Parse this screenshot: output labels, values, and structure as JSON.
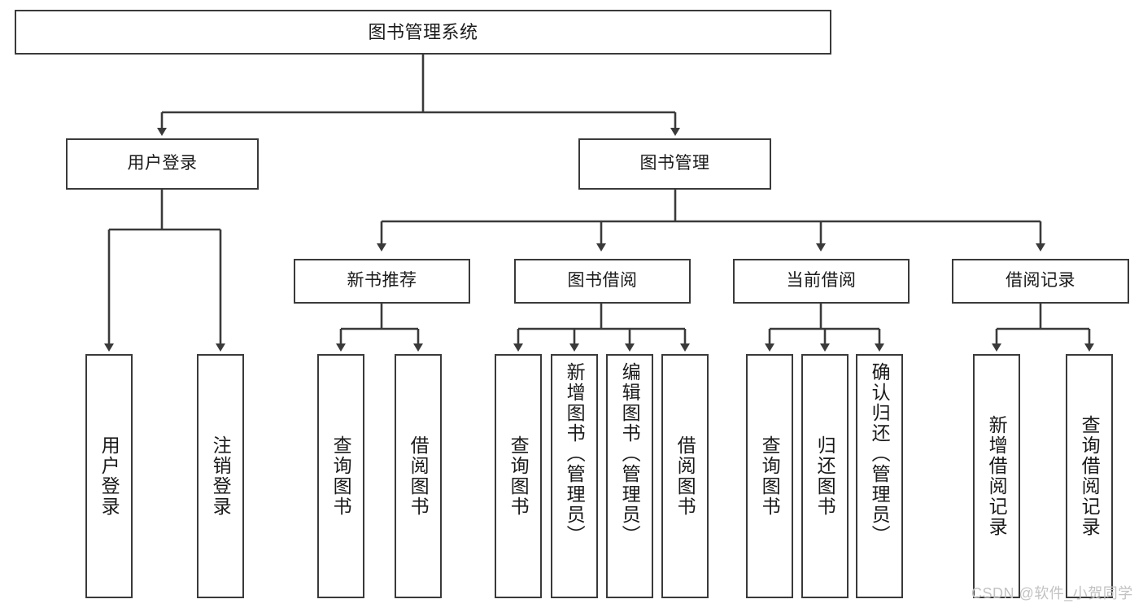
{
  "diagram": {
    "title": "图书管理系统",
    "type": "tree",
    "line_color": "#3a3a3a",
    "box_fill": "#ffffff",
    "text_color": "#1a1a1a",
    "nodes": {
      "root": {
        "label": "图书管理系统"
      },
      "level1": [
        {
          "label": "用户登录"
        },
        {
          "label": "图书管理"
        }
      ],
      "level2": [
        {
          "label": "新书推荐"
        },
        {
          "label": "图书借阅"
        },
        {
          "label": "当前借阅"
        },
        {
          "label": "借阅记录"
        }
      ],
      "leaves_user_login": [
        {
          "label": "用户登录"
        },
        {
          "label": "注销登录"
        }
      ],
      "leaves_new_book": [
        {
          "label": "查询图书"
        },
        {
          "label": "借阅图书"
        }
      ],
      "leaves_borrow": [
        {
          "label": "查询图书"
        },
        {
          "label": "新增图书（管理员）"
        },
        {
          "label": "编辑图书（管理员）"
        },
        {
          "label": "借阅图书"
        }
      ],
      "leaves_current": [
        {
          "label": "查询图书"
        },
        {
          "label": "归还图书"
        },
        {
          "label": "确认归还（管理员）"
        }
      ],
      "leaves_records": [
        {
          "label": "新增借阅记录"
        },
        {
          "label": "查询借阅记录"
        }
      ]
    }
  },
  "watermark": {
    "text": "CSDN @软件_小贺同学",
    "color": "#c2c2c2"
  }
}
